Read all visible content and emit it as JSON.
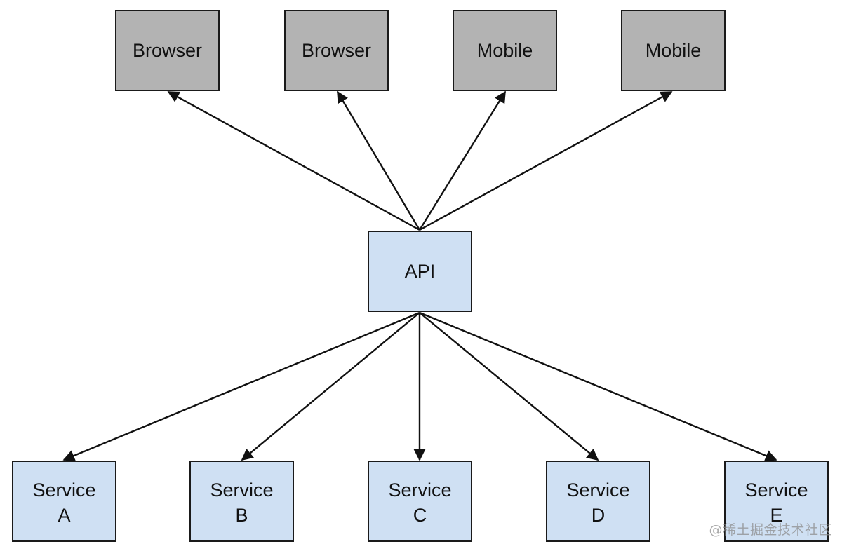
{
  "diagram": {
    "clients": [
      {
        "id": "browser-1",
        "label": "Browser"
      },
      {
        "id": "browser-2",
        "label": "Browser"
      },
      {
        "id": "mobile-1",
        "label": "Mobile"
      },
      {
        "id": "mobile-2",
        "label": "Mobile"
      }
    ],
    "api": {
      "id": "api",
      "label": "API"
    },
    "services": [
      {
        "id": "service-a",
        "label_line1": "Service",
        "label_line2": "A"
      },
      {
        "id": "service-b",
        "label_line1": "Service",
        "label_line2": "B"
      },
      {
        "id": "service-c",
        "label_line1": "Service",
        "label_line2": "C"
      },
      {
        "id": "service-d",
        "label_line1": "Service",
        "label_line2": "D"
      },
      {
        "id": "service-e",
        "label_line1": "Service",
        "label_line2": "E"
      }
    ],
    "edges": [
      {
        "from": "api",
        "to": "browser-1"
      },
      {
        "from": "api",
        "to": "browser-2"
      },
      {
        "from": "api",
        "to": "mobile-1"
      },
      {
        "from": "api",
        "to": "mobile-2"
      },
      {
        "from": "api",
        "to": "service-a"
      },
      {
        "from": "api",
        "to": "service-b"
      },
      {
        "from": "api",
        "to": "service-c"
      },
      {
        "from": "api",
        "to": "service-d"
      },
      {
        "from": "api",
        "to": "service-e"
      }
    ]
  },
  "watermark": "@稀土掘金技术社区",
  "colors": {
    "client_fill": "#b3b3b3",
    "api_fill": "#cfe0f3",
    "service_fill": "#cfe0f3",
    "stroke": "#111111"
  }
}
